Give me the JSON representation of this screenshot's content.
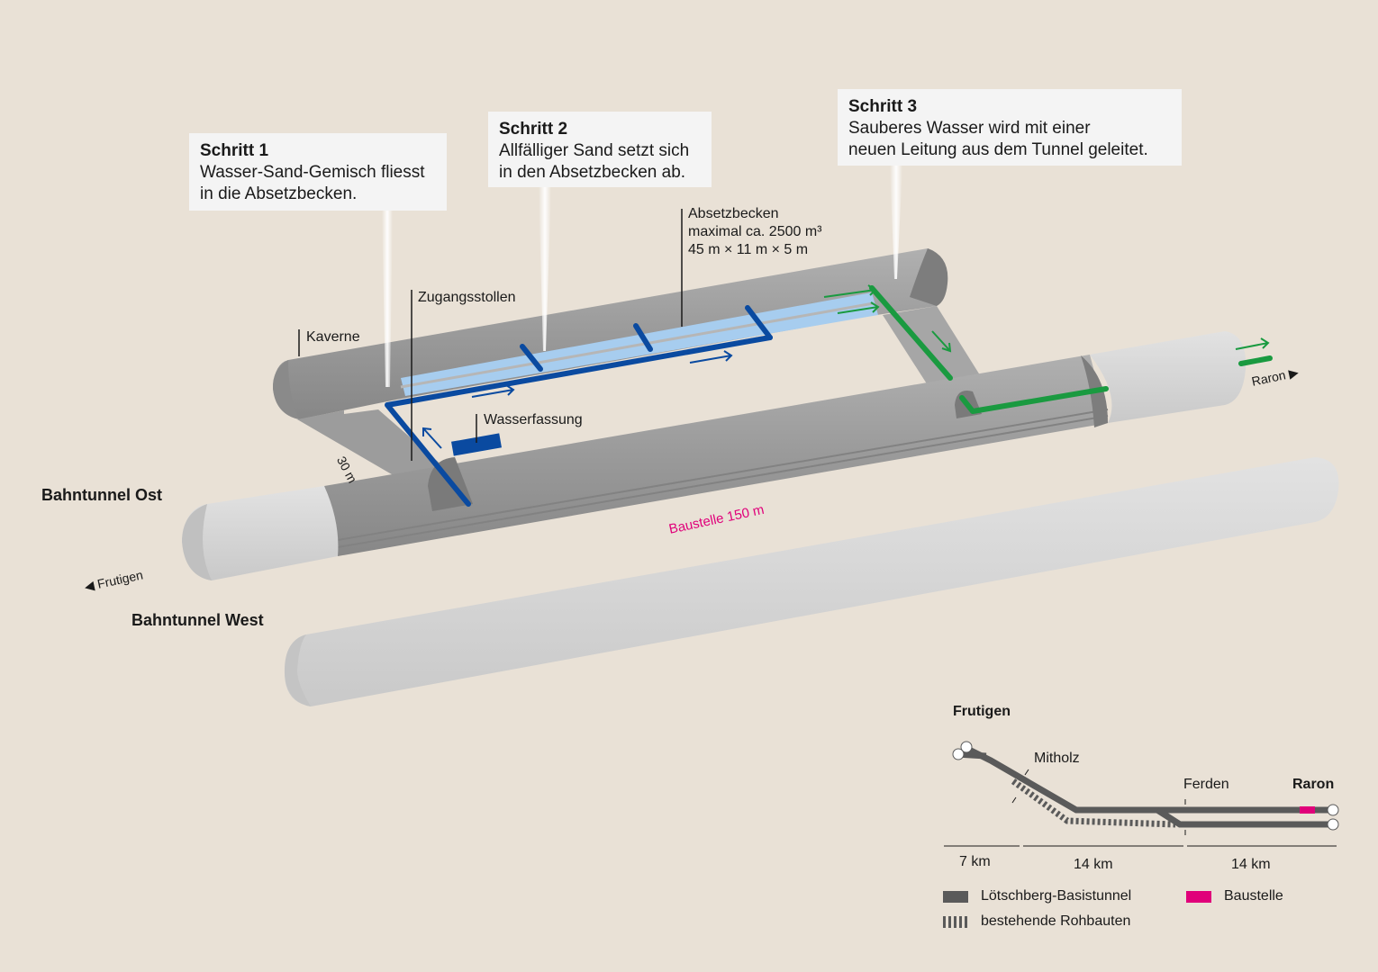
{
  "colors": {
    "background": "#e9e1d6",
    "tunnel_grey": "#9a9a9a",
    "tunnel_light": "#d6d6d6",
    "water_blue_pipe": "#0a4aa0",
    "settling_basin_water": "#a7cdef",
    "clean_water_green": "#1a9a40",
    "construction_magenta": "#e0007a",
    "track_dark": "#5a5a5a"
  },
  "callouts": [
    {
      "title": "Schritt 1",
      "lines": [
        "Wasser-Sand-Gemisch fliesst",
        "in die Absetzbecken."
      ]
    },
    {
      "title": "Schritt 2",
      "lines": [
        "Allfälliger Sand setzt sich",
        "in den Absetzbecken ab."
      ]
    },
    {
      "title": "Schritt 3",
      "lines": [
        "Sauberes Wasser wird mit einer",
        "neuen Leitung aus dem Tunnel geleitet."
      ]
    }
  ],
  "labels": {
    "basin": [
      "Absetzbecken",
      "maximal ca. 2500 m³",
      "45 m × 11 m × 5 m"
    ],
    "access_gallery": "Zugangsstollen",
    "cavern": "Kaverne",
    "water_intake": "Wasserfassung",
    "distance": "30 m",
    "tunnel_east": "Bahntunnel Ost",
    "tunnel_west": "Bahntunnel West",
    "dir_frutigen": "◀ Frutigen",
    "dir_raron": "Raron ▶",
    "construction_site": "Baustelle 150 m"
  },
  "overview_map": {
    "station_start": "Frutigen",
    "station_mid1": "Mitholz",
    "station_mid2": "Ferden",
    "station_end": "Raron",
    "segments": [
      "7 km",
      "14 km",
      "14 km"
    ],
    "legend": [
      {
        "label": "Lötschberg-Basistunnel",
        "type": "solid"
      },
      {
        "label": "bestehende Rohbauten",
        "type": "dashed"
      },
      {
        "label": "Baustelle",
        "type": "construction"
      }
    ]
  }
}
